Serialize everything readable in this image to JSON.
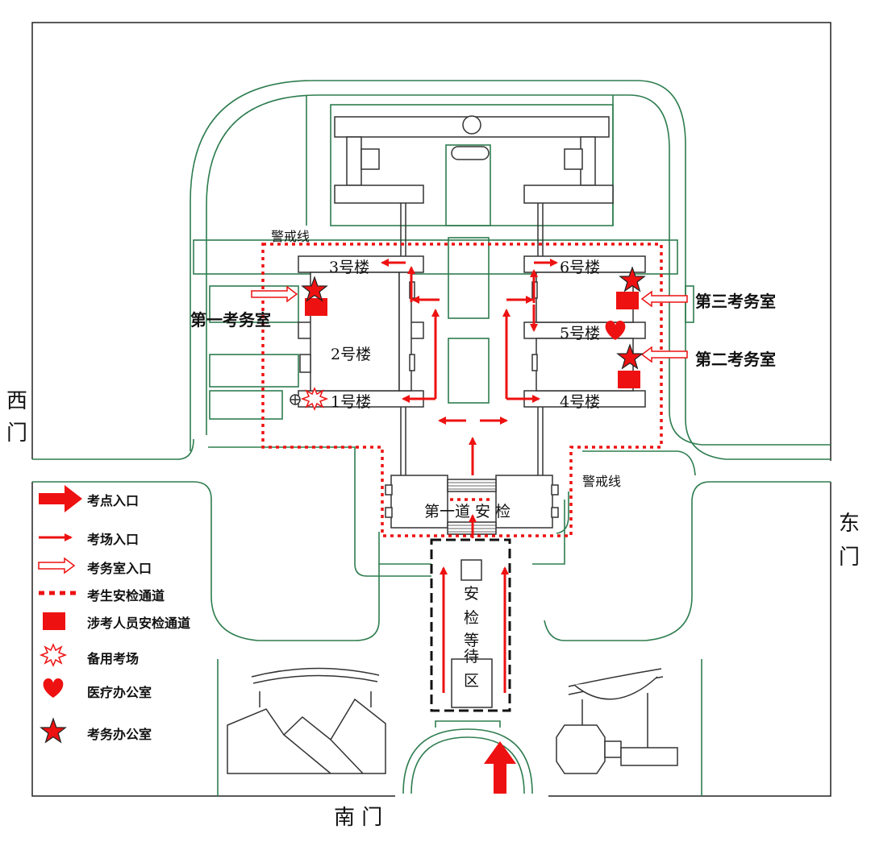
{
  "gates": {
    "west_1": "西",
    "west_2": "门",
    "east_1": "东",
    "east_2": "门",
    "south": "南 门"
  },
  "cordon": {
    "top": "警戒线",
    "bottom": "警戒线"
  },
  "buildings": {
    "b1": "1号楼",
    "b2": "2号楼",
    "b3": "3号楼",
    "b4": "4号楼",
    "b5": "5号楼",
    "b6": "6号楼"
  },
  "offices": {
    "first": "第一考务室",
    "second": "第二考务室",
    "third": "第三考务室"
  },
  "checkpoint": {
    "label": "第一道 安 检"
  },
  "waiting": {
    "c1": "安",
    "c2": "检",
    "c3": "等",
    "c4": "待",
    "c5": "区"
  },
  "legend": [
    {
      "icon": "thick-arrow-icon",
      "label": "考点入口"
    },
    {
      "icon": "thin-arrow-icon",
      "label": "考场入口"
    },
    {
      "icon": "hollow-arrow-icon",
      "label": "考务室入口"
    },
    {
      "icon": "dotted-line-icon",
      "label": "考生安检通道"
    },
    {
      "icon": "red-square-icon",
      "label": "涉考人员安检通道"
    },
    {
      "icon": "burst-icon",
      "label": "备用考场"
    },
    {
      "icon": "heart-icon",
      "label": "医疗办公室"
    },
    {
      "icon": "star-icon",
      "label": "考务办公室"
    }
  ],
  "colors": {
    "road": "#2e7d4f",
    "marker": "#ee1111",
    "building": "#333333"
  }
}
